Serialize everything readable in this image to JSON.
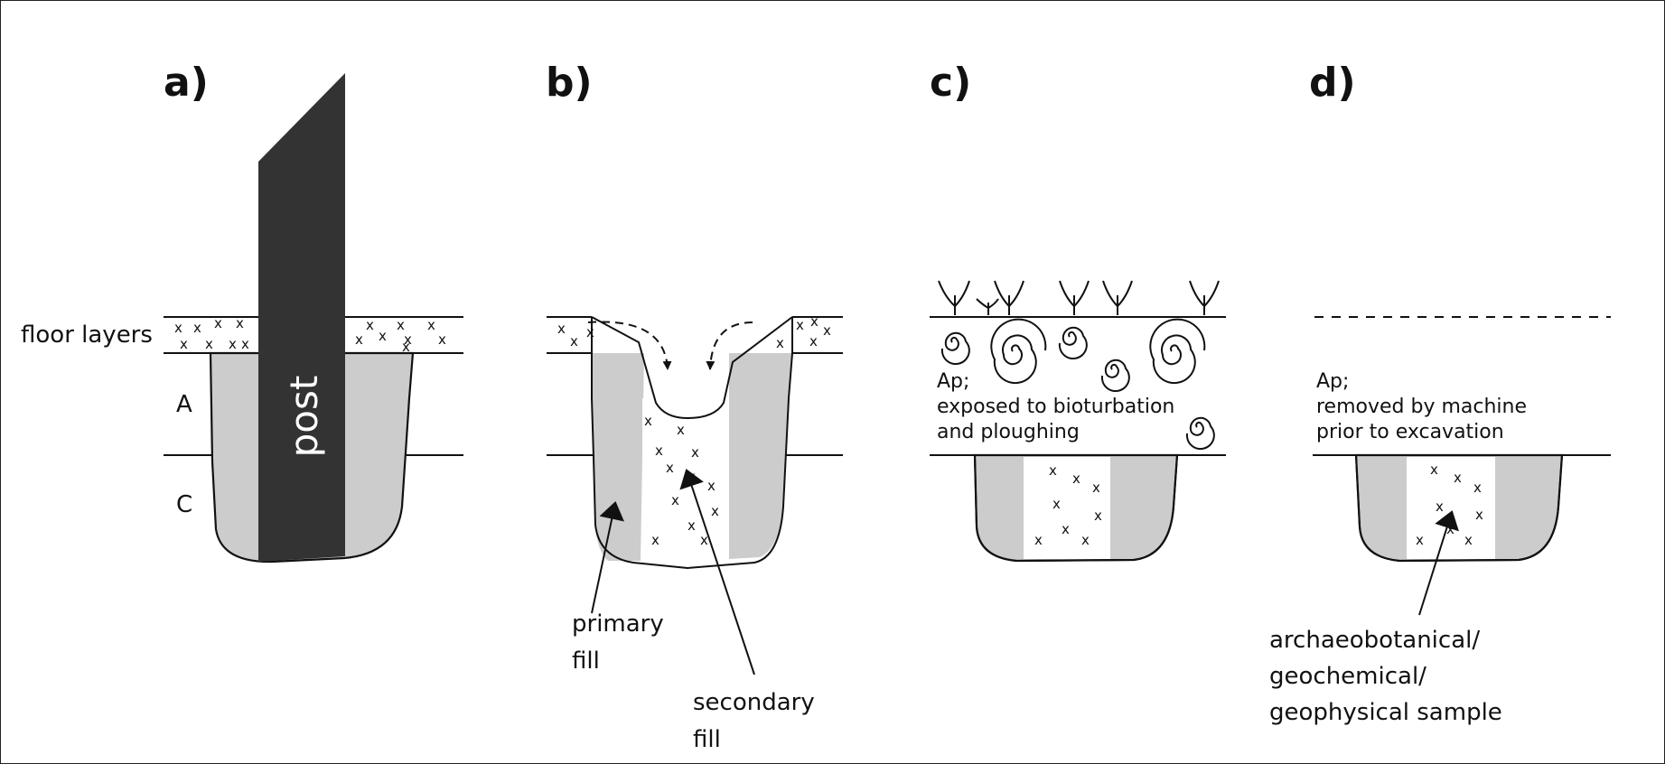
{
  "panels": [
    {
      "letter": "a)"
    },
    {
      "letter": "b)"
    },
    {
      "letter": "c)"
    },
    {
      "letter": "d)"
    }
  ],
  "panel_a": {
    "floor_label": "floor layers",
    "horizon_a": "A",
    "horizon_c": "C",
    "post_label": "post"
  },
  "panel_b": {
    "primary_fill": [
      "primary",
      "fill"
    ],
    "secondary_fill": [
      "secondary",
      "fill"
    ]
  },
  "panel_c": {
    "lines": [
      "Ap;",
      "exposed to bioturbation",
      "and ploughing"
    ]
  },
  "panel_d": {
    "lines": [
      "Ap;",
      "removed by machine",
      "prior to excavation"
    ],
    "sample": [
      "archaeobotanical/",
      "geochemical/",
      "geophysical sample"
    ]
  },
  "glyph": "x",
  "colors": {
    "pit_fill": "#cccccc",
    "post": "#333333",
    "line": "#111111",
    "background": "#ffffff"
  }
}
